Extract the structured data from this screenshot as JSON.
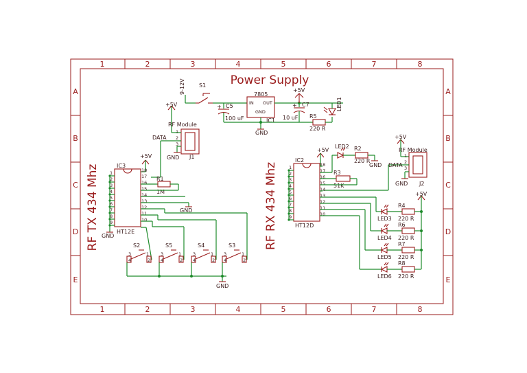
{
  "frame": {
    "columns": [
      "1",
      "2",
      "3",
      "4",
      "5",
      "6",
      "7",
      "8"
    ],
    "rows": [
      "A",
      "B",
      "C",
      "D",
      "E"
    ]
  },
  "titles": {
    "power": "Power Supply",
    "tx": "RF TX 434 Mhz",
    "rx": "RF RX 434 Mhz"
  },
  "power_supply": {
    "input": "9-12V",
    "switch": "S1",
    "regulator": "7805",
    "reg_in": "IN",
    "reg_out": "OUT",
    "reg_gnd": "GND",
    "reg_ref": "IC1",
    "c5_ref": "C5",
    "c5_val": "100 uF",
    "c7_ref": "C7",
    "c7_val": "10 uF",
    "vcc": "+5V",
    "r5_ref": "R5",
    "r5_val": "220 R",
    "led1": "LED1",
    "gnd": "GND"
  },
  "tx": {
    "vcc_top": "+5V",
    "module": "RF Module",
    "data": "DATA",
    "j1": "J1",
    "j1_pins": [
      "1",
      "2",
      "3"
    ],
    "j1_gnd": "GND",
    "vcc_ic": "+5V",
    "ic_ref": "IC3",
    "ic_part": "HT12E",
    "left_pins": [
      "1",
      "2",
      "3",
      "4",
      "5",
      "6",
      "7",
      "8",
      "9"
    ],
    "right_pins": [
      "18",
      "17",
      "16",
      "15",
      "14",
      "13",
      "12",
      "11",
      "10"
    ],
    "r1_ref": "R1",
    "r1_val": "1M",
    "gnd_14": "GND",
    "gnd_ic": "GND",
    "switches": [
      "S2",
      "S5",
      "S4",
      "S3"
    ],
    "sw_pins": [
      "3",
      "1",
      "4",
      "2"
    ],
    "gnd_bottom": "GND"
  },
  "rx": {
    "vcc_top": "+5V",
    "module": "RF Module",
    "data": "DATA",
    "j2": "J2",
    "j2_pins": [
      "1",
      "2",
      "3"
    ],
    "j2_gnd": "GND",
    "vcc_ic": "+5V",
    "ic_ref": "IC2",
    "ic_part": "HT12D",
    "left_pins": [
      "1",
      "2",
      "3",
      "4",
      "5",
      "6",
      "7",
      "8",
      "9"
    ],
    "right_pins": [
      "18",
      "17",
      "16",
      "15",
      "14",
      "13",
      "12",
      "11",
      "10"
    ],
    "led2": "LED2",
    "r2_ref": "R2",
    "r2_val": "220 R",
    "r2_gnd": "GND",
    "r3_ref": "R3",
    "r3_val": "51K",
    "vcc_leds": "+5V",
    "outputs": [
      {
        "led": "LED3",
        "r": "R4",
        "val": "220 R"
      },
      {
        "led": "LED4",
        "r": "R6",
        "val": "220 R"
      },
      {
        "led": "LED5",
        "r": "R7",
        "val": "220 R"
      },
      {
        "led": "LED6",
        "r": "R8",
        "val": "220 R"
      }
    ]
  }
}
